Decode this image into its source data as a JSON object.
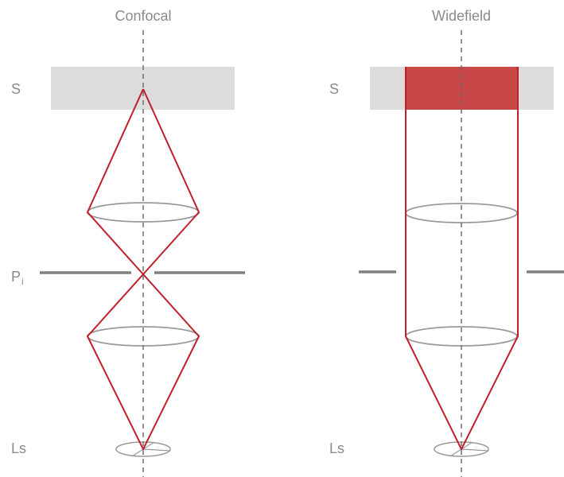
{
  "confocal": {
    "title": "Confocal",
    "label_sample": "S",
    "label_pinhole_main": "P",
    "label_pinhole_sub": "i",
    "label_source": "Ls"
  },
  "widefield": {
    "title": "Widefield",
    "label_sample": "S",
    "label_source": "Ls"
  },
  "colors": {
    "ray": "#c0202a",
    "illuminated_area": "#c84848",
    "sample": "#dcdcdc",
    "axis": "#666666",
    "lens": "#9a9a9a",
    "pinhole": "#808080",
    "text": "#8a8a8a"
  }
}
